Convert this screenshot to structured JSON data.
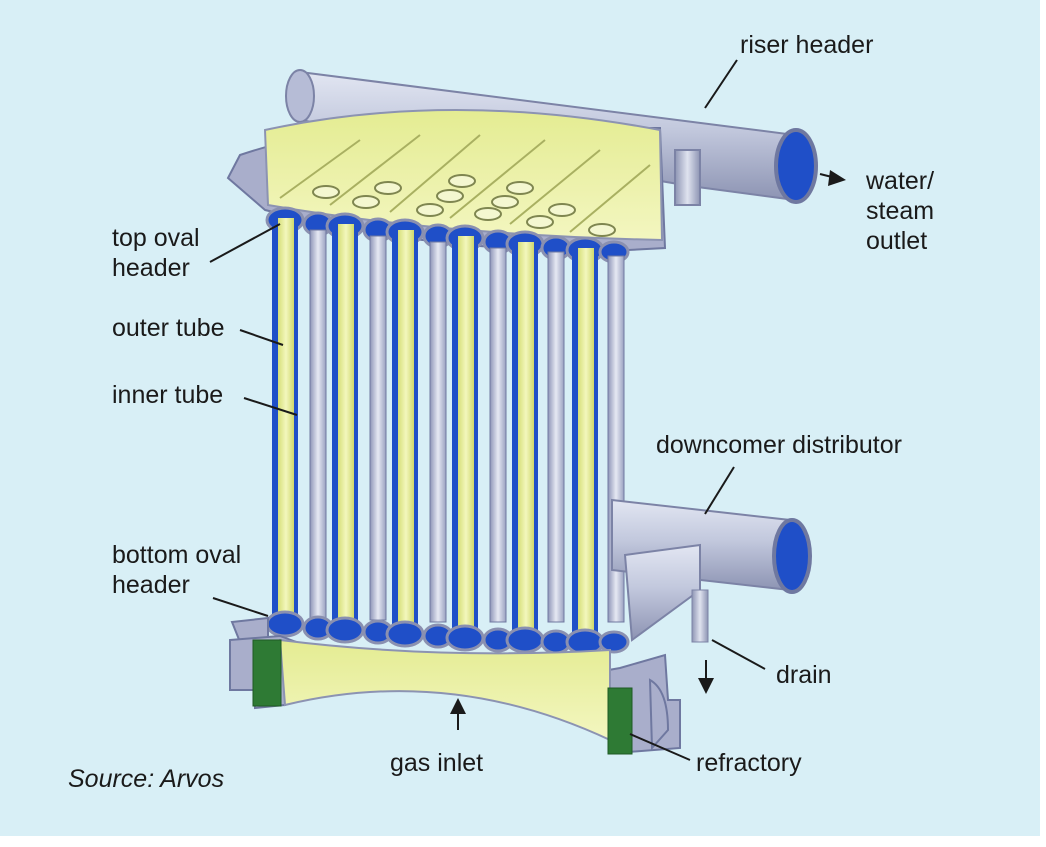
{
  "colors": {
    "background": "#d8eff6",
    "shell_yellow": "#eef3a6",
    "tube_yellow": "#e8f09a",
    "header_blue": "#1f4fc8",
    "pipe_grey": "#b9bfd6",
    "refractory_green": "#2e7a34",
    "label_text": "#1a1a1a"
  },
  "labels": {
    "riser_header": "riser header",
    "water_steam_outlet": [
      "water/",
      "steam",
      "outlet"
    ],
    "top_oval_header": [
      "top oval",
      "header"
    ],
    "outer_tube": "outer tube",
    "inner_tube": "inner tube",
    "downcomer_distributor": "downcomer distributor",
    "bottom_oval_header": [
      "bottom oval",
      "header"
    ],
    "drain": "drain",
    "gas_inlet": "gas inlet",
    "refractory": "refractory"
  },
  "source": "Source: Arvos"
}
